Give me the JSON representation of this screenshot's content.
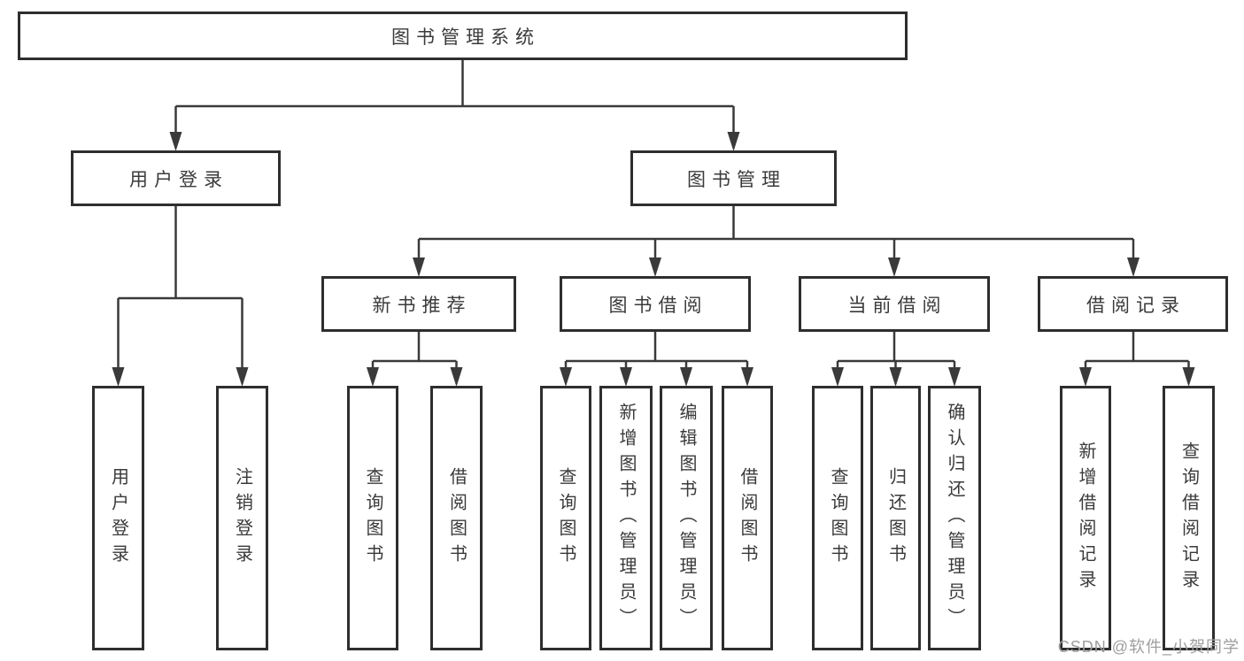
{
  "diagram": {
    "root": "图书管理系统",
    "level2": [
      "用户登录",
      "图书管理"
    ],
    "level3": [
      "新书推荐",
      "图书借阅",
      "当前借阅",
      "借阅记录"
    ],
    "leaves": {
      "user": [
        "用户登录",
        "注销登录"
      ],
      "newbook": [
        "查询图书",
        "借阅图书"
      ],
      "borrow": [
        "查询图书",
        "新增图书（管理员）",
        "编辑图书（管理员）",
        "借阅图书"
      ],
      "current": [
        "查询图书",
        "归还图书",
        "确认归还（管理员）"
      ],
      "records": [
        "新增借阅记录",
        "查询借阅记录"
      ]
    }
  },
  "watermark": "CSDN @软件_小贺同学",
  "colors": {
    "background": "#ffffff",
    "node_border": "#2e2e2e",
    "connector": "#3a3a3a",
    "text": "#3a3a3a",
    "watermark": "#9e9e9e"
  }
}
